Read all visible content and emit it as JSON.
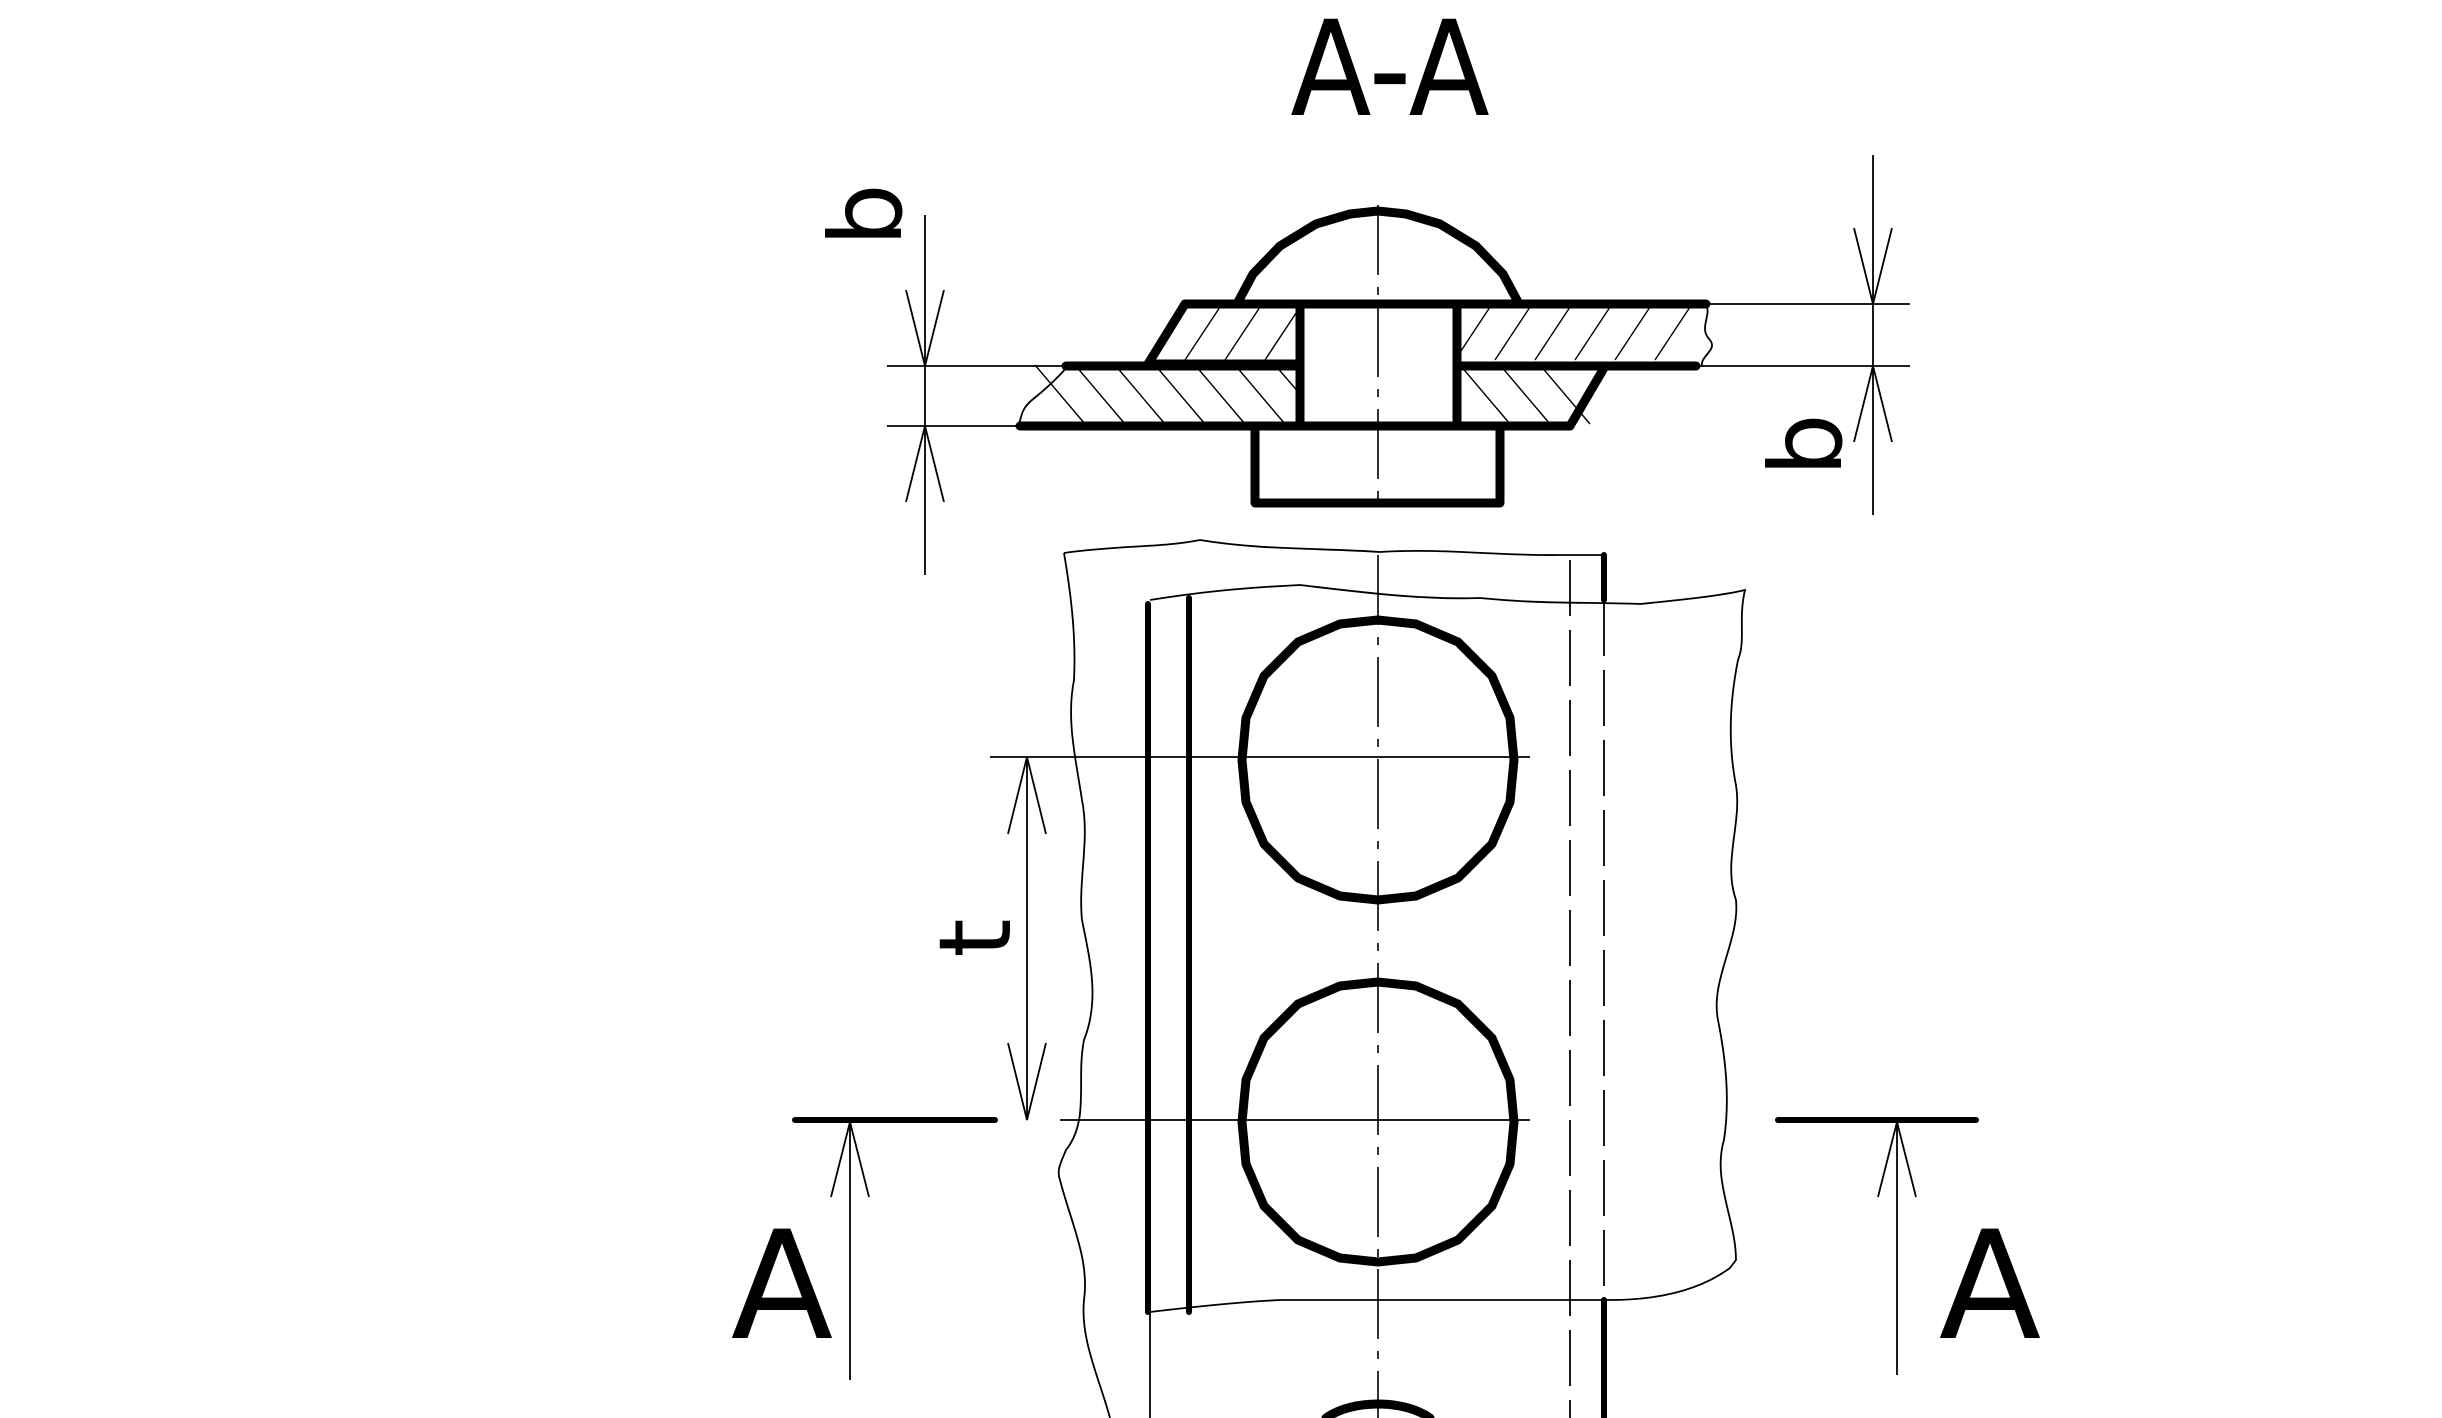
{
  "section_title": "A-A",
  "section_marker_left": "A",
  "section_marker_right": "A",
  "dim_thickness_top": "b",
  "dim_thickness_bottom": "b",
  "dim_pitch": "t"
}
